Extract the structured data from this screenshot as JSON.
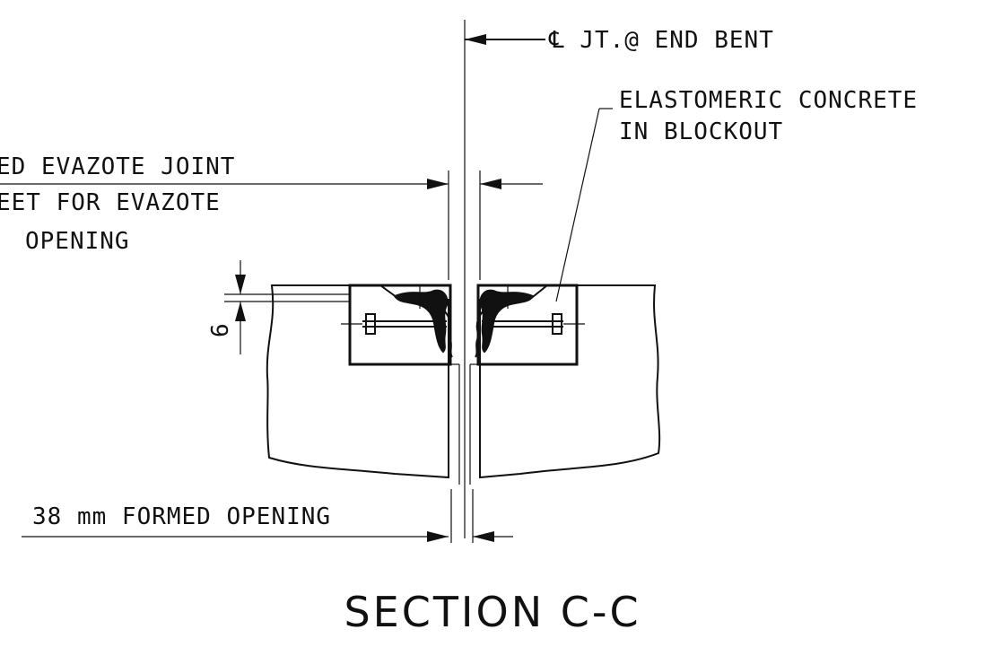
{
  "labels": {
    "centerline": "℄ JT.@ END BENT",
    "elastomeric_line1": "ELASTOMERIC CONCRETE",
    "elastomeric_line2": "IN BLOCKOUT",
    "evazote_line1": "ED EVAZOTE JOINT",
    "evazote_line2": "EET FOR EVAZOTE",
    "evazote_line3": "OPENING",
    "dimension_value": "6",
    "formed_opening": "38 mm FORMED OPENING",
    "section_title": "SECTION C-C"
  }
}
